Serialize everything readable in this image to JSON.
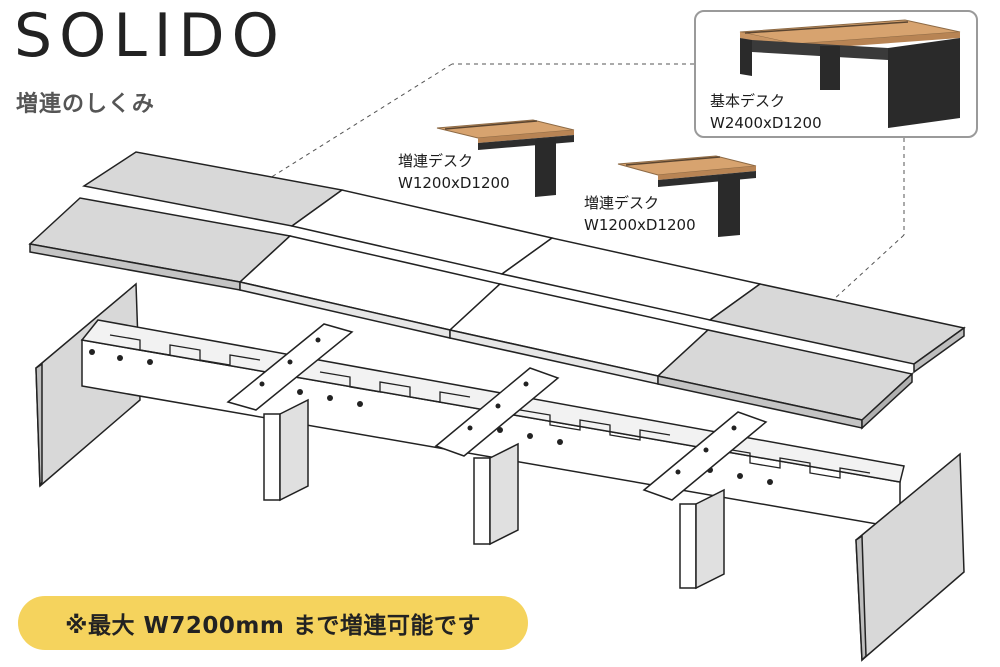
{
  "brand": {
    "logo_text": "SOLIDO",
    "subtitle": "増連のしくみ"
  },
  "basic_desk": {
    "label": "基本デスク",
    "size": "W2400xD1200"
  },
  "extension_desks": [
    {
      "label": "増連デスク",
      "size": "W1200xD1200"
    },
    {
      "label": "増連デスク",
      "size": "W1200xD1200"
    }
  ],
  "note": {
    "text": "※最大 W7200mm まで増連可能です"
  },
  "colors": {
    "top_gray": "#d8d8d8",
    "top_white": "#ffffff",
    "wood": "#d9a877",
    "steel": "#2b2b2b",
    "note_bg": "#f5d35d"
  }
}
